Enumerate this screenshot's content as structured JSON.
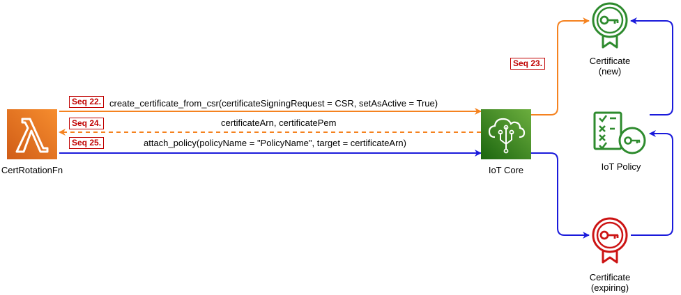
{
  "nodes": {
    "lambda": {
      "label": "CertRotationFn",
      "icon": "lambda-icon"
    },
    "iot_core": {
      "label": "IoT Core",
      "icon": "iot-core-icon"
    },
    "cert_new": {
      "label_line1": "Certificate",
      "label_line2": "(new)",
      "icon": "certificate-icon"
    },
    "iot_policy": {
      "label": "IoT Policy",
      "icon": "policy-icon"
    },
    "cert_expiring": {
      "label_line1": "Certificate",
      "label_line2": "(expiring)",
      "icon": "certificate-icon"
    }
  },
  "edges": {
    "seq22": {
      "tag": "Seq 22.",
      "text": "create_certificate_from_csr(certificateSigningRequest = CSR, setAsActive = True)"
    },
    "seq24": {
      "tag": "Seq 24.",
      "text": "certificateArn, certificatePem"
    },
    "seq25": {
      "tag": "Seq 25.",
      "text": "attach_policy(policyName = \"PolicyName\", target = certificateArn)"
    },
    "seq23": {
      "tag": "Seq 23."
    }
  },
  "colors": {
    "orange": "#f5821f",
    "blue": "#1a1adb",
    "green": "#2e8b2e",
    "red": "#cc1414",
    "iot_green": "#3e8e2c",
    "lambda_orange": "#e8721c"
  }
}
